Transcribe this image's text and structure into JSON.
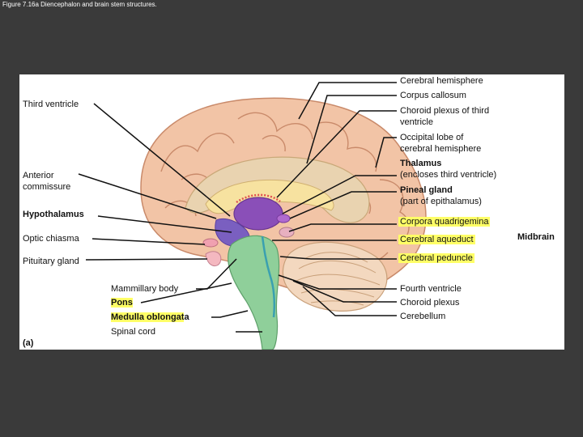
{
  "slide_title": "Figure 7.16a Diencephalon and brain stem structures.",
  "labels_left": {
    "third_ventricle": "Third ventricle",
    "anterior_commissure_1": "Anterior",
    "anterior_commissure_2": "commissure",
    "hypothalamus": "Hypothalamus",
    "optic_chiasma": "Optic chiasma",
    "pituitary_gland": "Pituitary gland",
    "panel_letter": "(a)"
  },
  "labels_bottom": {
    "mammillary_body": "Mammillary body",
    "pons": "Pons",
    "medulla_oblongata": "Medulla oblongat",
    "medulla_suffix": "a",
    "spinal_cord": "Spinal cord"
  },
  "labels_right": {
    "cerebral_hemisphere": "Cerebral hemisphere",
    "corpus_callosum": "Corpus callosum",
    "choroid_plexus_third_1": "Choroid plexus of third",
    "choroid_plexus_third_2": "ventricle",
    "occipital_lobe_1": "Occipital lobe of",
    "occipital_lobe_2": "cerebral hemisphere",
    "thalamus": "Thalamus",
    "thalamus_note": "(encloses third ventricle)",
    "pineal_gland": "Pineal gland",
    "pineal_note": "(part of epithalamus)",
    "corpora_quadrigemina": "Corpora quadrigemina",
    "cerebral_aqueduct": "Cerebral aqueduct",
    "cerebral_peduncle": "Cerebral peduncle",
    "fourth_ventricle": "Fourth ventricle",
    "choroid_plexus": "Choroid plexus",
    "cerebellum": "Cerebellum",
    "midbrain": "Midbrain"
  },
  "colors": {
    "brain_tissue": "#f2c4a6",
    "gyri_line": "#c98a6a",
    "thalamus": "#8a4fb8",
    "hypothalamus": "#7a5fc0",
    "brainstem": "#8fcf9a",
    "cerebellum": "#f3d8bf",
    "highlight": "#ffff66",
    "corpus_callosum": "#e9d3b0",
    "ventricle": "#f7e2a0"
  }
}
